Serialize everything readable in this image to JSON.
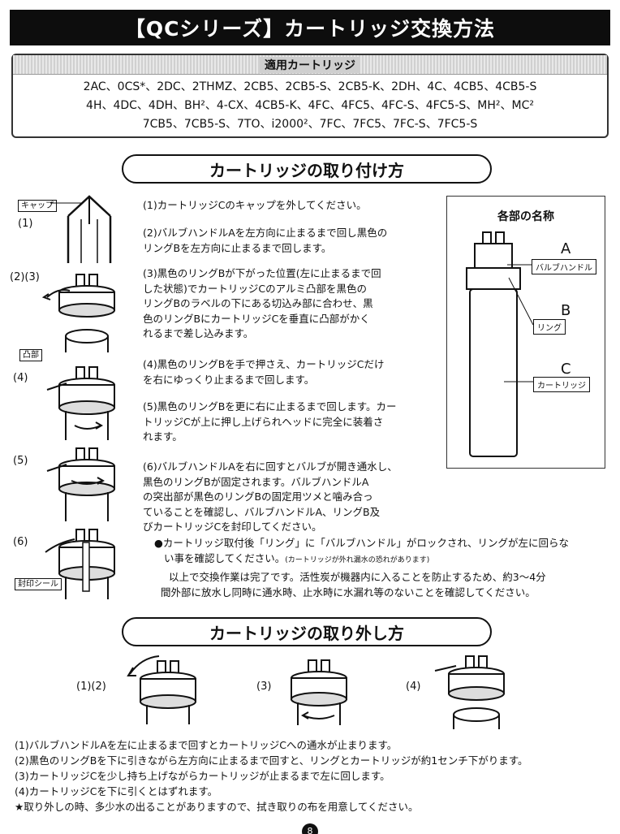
{
  "title": "【QCシリーズ】カートリッジ交換方法",
  "compatible": {
    "header": "適用カートリッジ",
    "lines": [
      "2AC、0CS*、2DC、2THMZ、2CB5、2CB5-S、2CB5-K、2DH、4C、4CB5、4CB5-S",
      "4H、4DC、4DH、BH²、4-CX、4CB5-K、4FC、4FC5、4FC-S、4FC5-S、MH²、MC²",
      "7CB5、7CB5-S、7TO、i2000²、7FC、7FC5、7FC-S、7FC5-S"
    ]
  },
  "attach": {
    "heading": "カートリッジの取り付け方",
    "figure_numbers": [
      "(1)",
      "(2)(3)",
      "(4)",
      "(5)",
      "(6)"
    ],
    "figure_labels": {
      "cap": "キャップ",
      "convex": "凸部",
      "seal": "封印シール"
    },
    "steps": [
      [
        "(1)カートリッジCのキャップを外してください。"
      ],
      [
        "(2)バルブハンドルAを左方向に止まるまで回し黒色の",
        "リングBを左方向に止まるまで回します。"
      ],
      [
        "(3)黒色のリングBが下がった位置(左に止まるまで回",
        "した状態)でカートリッジCのアルミ凸部を黒色の",
        "リングBのラベルの下にある切込み部に合わせ、黒",
        "色のリングBにカートリッジCを垂直に凸部がかく",
        "れるまで差し込みます。"
      ],
      [
        "(4)黒色のリングBを手で押さえ、カートリッジCだけ",
        "を右にゆっくり止まるまで回します。"
      ],
      [
        "(5)黒色のリングBを更に右に止まるまで回します。カー",
        "トリッジCが上に押し上げられヘッドに完全に装着さ",
        "れます。"
      ],
      [
        "(6)バルブハンドルAを右に回すとバルブが開き通水し、",
        "黒色のリングBが固定されます。バルブハンドルA",
        "の突出部が黒色のリングBの固定用ツメと噛み合っ",
        "ていることを確認し、バルブハンドルA、リングB及",
        "びカートリッジCを封印してください。"
      ]
    ],
    "note_main": "●カートリッジ取付後「リング」に「バルブハンドル」がロックされ、リングが左に回らな",
    "note_cont": "い事を確認してください。",
    "note_small": "(カートリッジが外れ漏水の恐れがあります)",
    "finish": [
      "以上で交換作業は完了です。活性炭が機器内に入ることを防止するため、約3～4分",
      "間外部に放水し同時に通水時、止水時に水漏れ等のないことを確認してください。"
    ]
  },
  "parts": {
    "title": "各部の名称",
    "items": [
      {
        "letter": "A",
        "label": "バルブハンドル"
      },
      {
        "letter": "B",
        "label": "リング"
      },
      {
        "letter": "C",
        "label": "カートリッジ"
      }
    ]
  },
  "remove": {
    "heading": "カートリッジの取り外し方",
    "figure_numbers": [
      "(1)(2)",
      "(3)",
      "(4)"
    ],
    "steps": [
      "(1)バルブハンドルAを左に止まるまで回すとカートリッジCへの通水が止まります。",
      "(2)黒色のリングBを下に引きながら左方向に止まるまで回すと、リングとカートリッジが約1センチ下がります。",
      "(3)カートリッジCを少し持ち上げながらカートリッジが止まるまで左に回します。",
      "(4)カートリッジCを下に引くとはずれます。",
      "★取り外しの時、多少水の出ることがありますので、拭き取りの布を用意してください。"
    ]
  },
  "page_number": "8"
}
